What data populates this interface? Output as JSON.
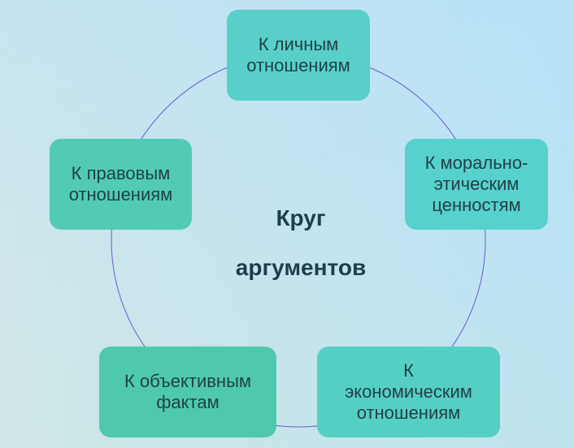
{
  "diagram": {
    "center": {
      "line1": "Круг",
      "line2": "аргументов"
    },
    "nodes": [
      {
        "id": "personal",
        "label": "К личным\nотношениям"
      },
      {
        "id": "moral",
        "label": "К морально-\nэтическим\nценностям"
      },
      {
        "id": "economic",
        "label": "К\nэкономическим\nотношениям"
      },
      {
        "id": "facts",
        "label": "К объективным\nфактам"
      },
      {
        "id": "legal",
        "label": "К правовым\nотношениям"
      }
    ],
    "colors": {
      "ring": "#6a5acd",
      "node_text": "#1f3f46",
      "center_text": "#1e3e4a"
    }
  }
}
